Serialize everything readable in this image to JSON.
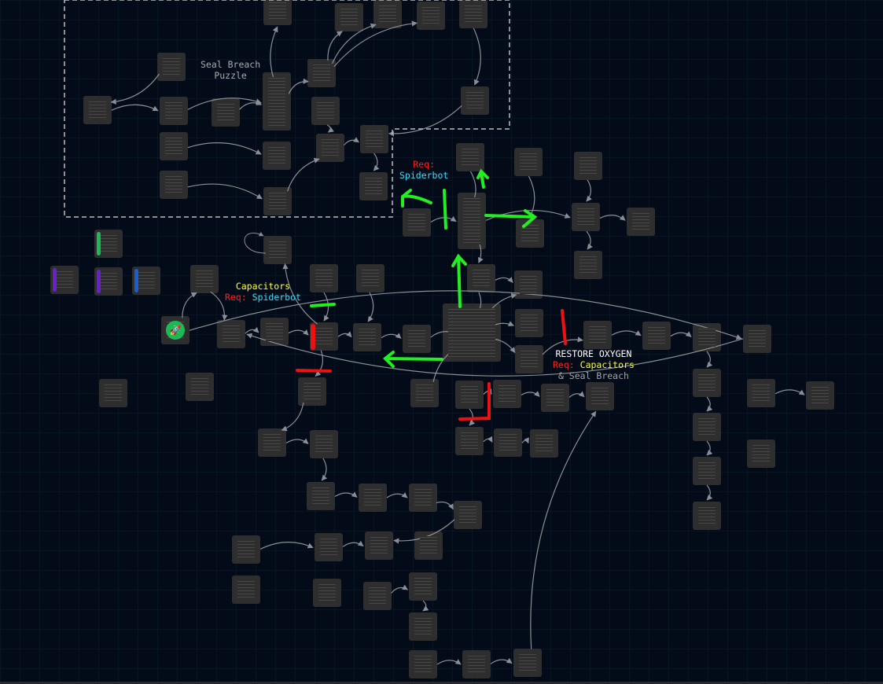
{
  "group": {
    "label_line1": "Seal Breach",
    "label_line2": "Puzzle"
  },
  "annotations": {
    "capacitors": {
      "title": "Capacitors",
      "req": "Req:",
      "item": "Spiderbot"
    },
    "spiderbot": {
      "req": "Req:",
      "item": "Spiderbot"
    },
    "restore_oxygen": {
      "title": "RESTORE OXYGEN",
      "req": "Req:",
      "item": "Capacitors",
      "extra": "& Seal Breach"
    }
  },
  "colors": {
    "background": "#020b17",
    "node": "#2e2e2f",
    "edge": "#8a8f96",
    "req": "#ff2020",
    "yellow": "#ffff33",
    "cyan": "#33e0ff",
    "green_mark": "#22ee22",
    "red_mark": "#ee1111",
    "start": "#1db954"
  },
  "start_node": {
    "icon": "rocket-icon"
  }
}
